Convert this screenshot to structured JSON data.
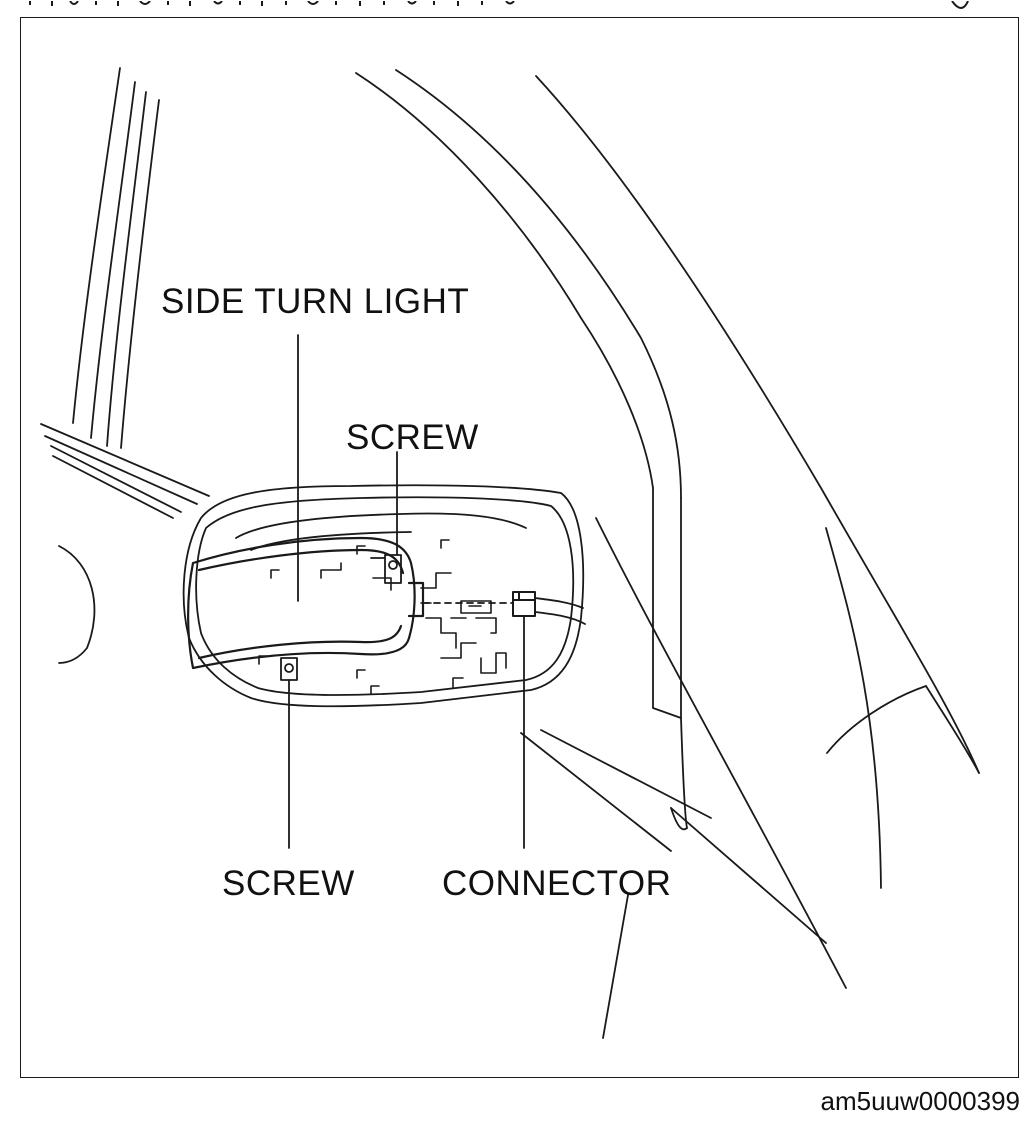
{
  "labels": {
    "side_turn_light": "SIDE TURN LIGHT",
    "screw_upper": "SCREW",
    "screw_lower": "SCREW",
    "connector": "CONNECTOR"
  },
  "figure_id": "am5uuw0000399",
  "colors": {
    "line": "#1a1a1a",
    "background": "#ffffff"
  }
}
